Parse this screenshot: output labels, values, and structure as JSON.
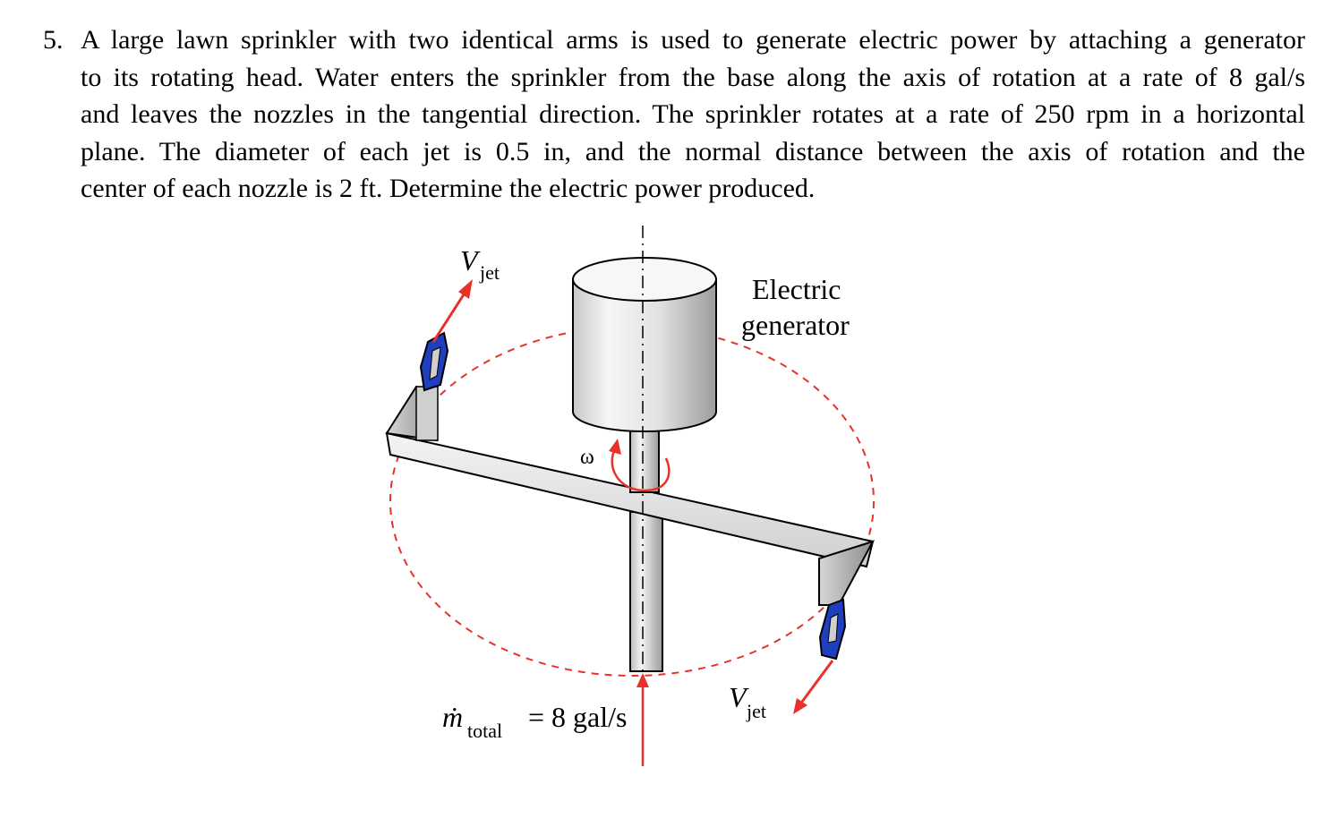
{
  "problem": {
    "number": "5.",
    "lines": [
      "A large lawn sprinkler with two identical arms is used to generate electric power by attaching a generator",
      "to its rotating head. Water enters the sprinkler from the base along the axis of rotation at a rate of 8 gal/s",
      "and leaves the nozzles in the tangential direction. The sprinkler rotates at a rate of 250 rpm in a horizontal",
      "plane. The diameter of each jet is 0.5 in, and the normal distance between the axis of rotation and the",
      "center of each nozzle is 2 ft. Determine the electric power produced."
    ]
  },
  "figure": {
    "generator_label_line1": "Electric",
    "generator_label_line2": "generator",
    "omega": "ω",
    "vjet_symbol": "V",
    "vjet_subscript": "jet",
    "mdot_symbol": "ṁ",
    "mdot_subscript": "total",
    "mdot_value": "= 8 gal/s",
    "colors": {
      "arrow": "#e8312a",
      "nozzle": "#1f3fbf",
      "metal_light": "#f2f2f2",
      "metal_dark": "#9a9a9a",
      "outline": "#000000"
    }
  }
}
